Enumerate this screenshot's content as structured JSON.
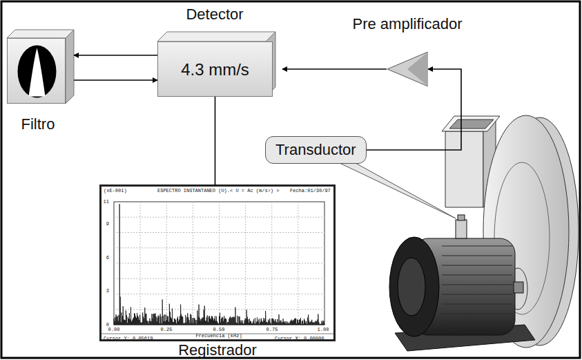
{
  "diagram": {
    "nodes": [
      {
        "text": [
          "Filtro"
        ]
      },
      {
        "text": [
          "Detector",
          "4.3 mm/s"
        ]
      },
      {
        "text": [
          "Pre amplificador"
        ]
      },
      {
        "text": [
          "Transductor"
        ]
      },
      {
        "text": [
          "Registrador"
        ]
      }
    ],
    "edges": [
      {
        "from": 1,
        "to": 0,
        "arrow": "to"
      },
      {
        "from": 0,
        "to": 1,
        "arrow": "to"
      },
      {
        "from": 2,
        "to": 1,
        "arrow": "to"
      },
      {
        "from": 3,
        "to": 2,
        "arrow": "to"
      },
      {
        "from": 1,
        "to": 4,
        "arrow": "none"
      }
    ],
    "labels": [
      "(xE-001)",
      "ESPECTRO INSTANTANEO (U).< U = Ac (m/s²) >",
      "Fecha:01/30/97",
      "11",
      "9",
      "6",
      "3",
      "0",
      "0.00",
      "0.25",
      "0.50",
      "0.75",
      "1.00",
      "Frecuencia (kHz)",
      "Cursor Y: 0.05619",
      "Cursor X: 0.00000"
    ]
  }
}
